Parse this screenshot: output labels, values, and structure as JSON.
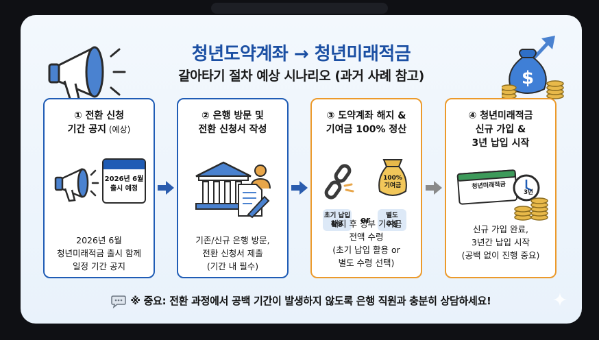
{
  "title": {
    "main": "청년도약계좌 → 청년미래적금",
    "sub": "갈아타기 절차 예상 시나리오 (과거 사례 참고)"
  },
  "steps": [
    {
      "title": "① 전환 신청\n기간 공지",
      "title_note": " (예상)",
      "calendar_text": "2026년 6월\n출시 예정",
      "description": "2026년 6월\n청년미래적금 출시 함께\n일정 기간 공지"
    },
    {
      "title": "② 은행 방문 및\n전환 신청서 작성",
      "description": "기존/신규 은행 방문,\n전환 신청서 제출\n(기간 내 필수)"
    },
    {
      "title": "③ 도약계좌 해지 &\n기여금 100% 정산",
      "bag_text": "100%\n기여금",
      "option_a": "초기 납입\n활용",
      "or_text": "or",
      "option_b": "별도\n수령",
      "description": "해지 후 정부 기여금\n전액 수령\n(초기 납입 활용 or\n별도 수령 선택)"
    },
    {
      "title": "④ 청년미래적금\n신규 가입 &\n3년 납입 시작",
      "account_label": "청년미래적금",
      "clock_label": "3년",
      "description": "신규 가입 완료,\n3년간 납입 시작\n(공백 없이 진행 중요)"
    }
  ],
  "notice": "※ 중요: 전환 과정에서 공백 기간이 발생하지 않도록 은행 직원과 충분히 상담하세요!",
  "colors": {
    "title_blue": "#1b4fa3",
    "step_blue_border": "#1f5cb5",
    "step_orange_border": "#ec9a2b",
    "arrow_blue": "#2a5cae",
    "arrow_gray": "#8a8a8a"
  },
  "icons": [
    "megaphone-icon",
    "money-bag-icon",
    "calendar-icon",
    "bank-icon",
    "chain-icon",
    "coin-stack-icon",
    "clock-icon",
    "speech-bubble-icon",
    "sparkle-icon"
  ]
}
